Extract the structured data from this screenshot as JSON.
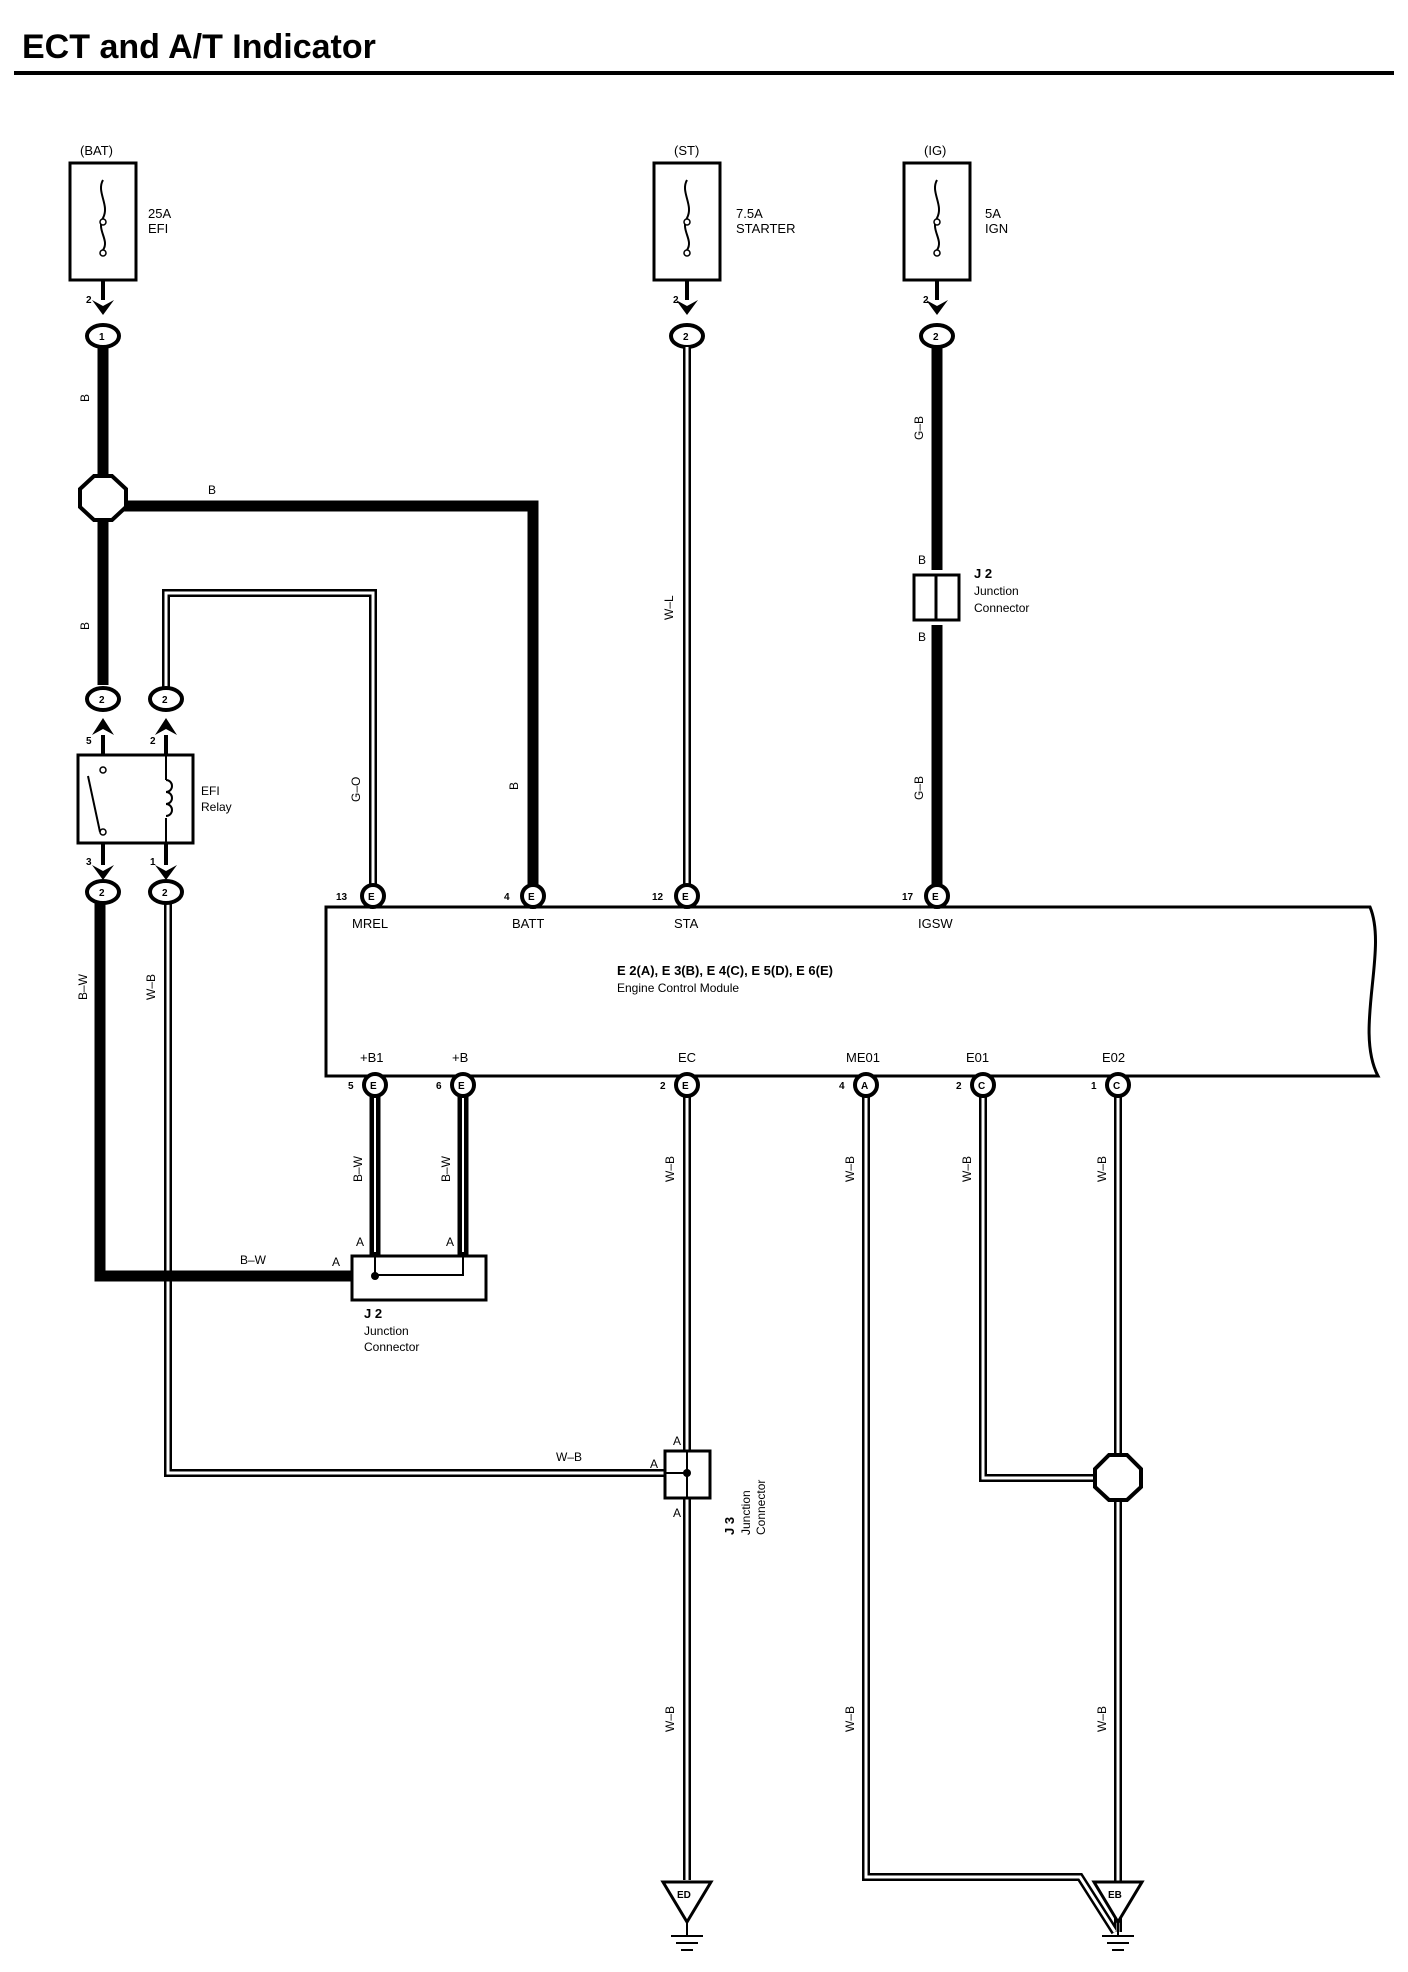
{
  "title": "ECT and A/T Indicator",
  "colors": {
    "ink": "#000000",
    "paper": "#ffffff"
  },
  "fuses": [
    {
      "source": "(BAT)",
      "rating": "25A",
      "name": "EFI",
      "pin_out": "2",
      "connector": "1",
      "wire": "B"
    },
    {
      "source": "(ST)",
      "rating": "7.5A",
      "name": "STARTER",
      "pin_out": "2",
      "connector": "2",
      "wire": "W–L"
    },
    {
      "source": "(IG)",
      "rating": "5A",
      "name": "IGN",
      "pin_out": "2",
      "connector": "2",
      "wire": "G–B"
    }
  ],
  "wires": {
    "bat_lower": "B",
    "bat_branch": "B",
    "batt_drop": "B",
    "mrel": "G–O",
    "relay_out_3": "B–W",
    "relay_out_1": "W–B",
    "plus_b1": "B–W",
    "plus_b": "B–W",
    "j2_left": "B–W",
    "j3_left": "W–B",
    "ec_upper": "W–B",
    "ec_lower": "W–B",
    "me01_upper": "W–B",
    "me01_lower": "W–B",
    "e01": "W–B",
    "e02_upper": "W–B",
    "e02_lower": "W–B",
    "ig_lower": "G–B"
  },
  "relay": {
    "name_line1": "EFI",
    "name_line2": "Relay",
    "pin_in_switch": "5",
    "pin_in_coil": "2",
    "pin_out_switch": "3",
    "pin_out_coil": "1",
    "conn_in_switch": "2",
    "conn_in_coil": "2",
    "conn_out_switch": "2",
    "conn_out_coil": "2"
  },
  "junction_j2_ig": {
    "id": "J 2",
    "line1": "Junction",
    "line2": "Connector",
    "pin_top": "B",
    "pin_bottom": "B"
  },
  "junction_j2_low": {
    "id": "J 2",
    "line1": "Junction",
    "line2": "Connector",
    "pin_a1": "A",
    "pin_a2": "A",
    "pin_a3": "A"
  },
  "junction_j3": {
    "id": "J 3",
    "line1": "Junction",
    "line2": "Connector",
    "pin_top": "A",
    "pin_left": "A",
    "pin_bottom": "A"
  },
  "ecm": {
    "heading": "E 2(A), E 3(B), E 4(C), E 5(D), E 6(E)",
    "name": "Engine Control Module",
    "top_terminals": [
      {
        "num": "13",
        "conn": "E",
        "label": "MREL"
      },
      {
        "num": "4",
        "conn": "E",
        "label": "BATT"
      },
      {
        "num": "12",
        "conn": "E",
        "label": "STA"
      },
      {
        "num": "17",
        "conn": "E",
        "label": "IGSW"
      }
    ],
    "bottom_terminals": [
      {
        "num": "5",
        "conn": "E",
        "label": "+B1"
      },
      {
        "num": "6",
        "conn": "E",
        "label": "+B"
      },
      {
        "num": "2",
        "conn": "E",
        "label": "EC"
      },
      {
        "num": "4",
        "conn": "A",
        "label": "ME01"
      },
      {
        "num": "2",
        "conn": "C",
        "label": "E01"
      },
      {
        "num": "1",
        "conn": "C",
        "label": "E02"
      }
    ]
  },
  "grounds": [
    {
      "label": "ED"
    },
    {
      "label": "EB"
    }
  ]
}
